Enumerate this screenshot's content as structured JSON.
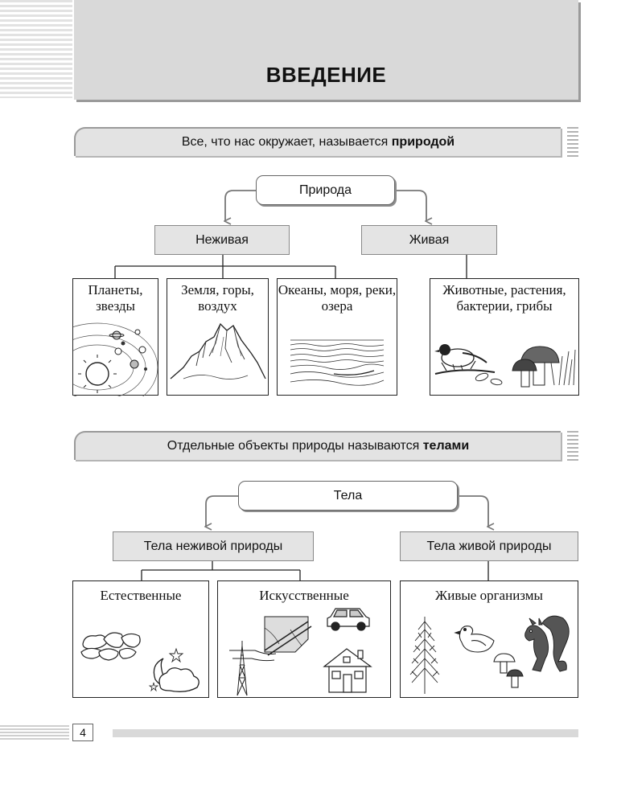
{
  "header": {
    "title": "ВВЕДЕНИЕ"
  },
  "section1": {
    "banner": {
      "text": "Все, что нас окружает, называется ",
      "bold": "природой"
    },
    "root": "Природа",
    "branches": {
      "nonliving": "Неживая",
      "living": "Живая"
    },
    "cards": [
      {
        "label": "Планеты, звезды",
        "icon": "solar-system-icon"
      },
      {
        "label": "Земля, горы, воздух",
        "icon": "mountain-icon"
      },
      {
        "label": "Океаны, моря, реки, озера",
        "icon": "water-icon"
      },
      {
        "label": "Животные, растения, бактерии, грибы",
        "icon": "bird-mushroom-icon"
      }
    ]
  },
  "section2": {
    "banner": {
      "text": "Отдельные объекты природы называются ",
      "bold": "телами"
    },
    "root": "Тела",
    "branches": {
      "nonliving": "Тела неживой природы",
      "living": "Тела живой природы"
    },
    "cards": [
      {
        "label": "Естественные",
        "icon": "stones-moon-cloud-icon"
      },
      {
        "label": "Искусственные",
        "icon": "road-car-tower-house-icon"
      },
      {
        "label": "Живые организмы",
        "icon": "tree-duck-squirrel-mushroom-icon"
      }
    ]
  },
  "footer": {
    "page_number": "4"
  }
}
